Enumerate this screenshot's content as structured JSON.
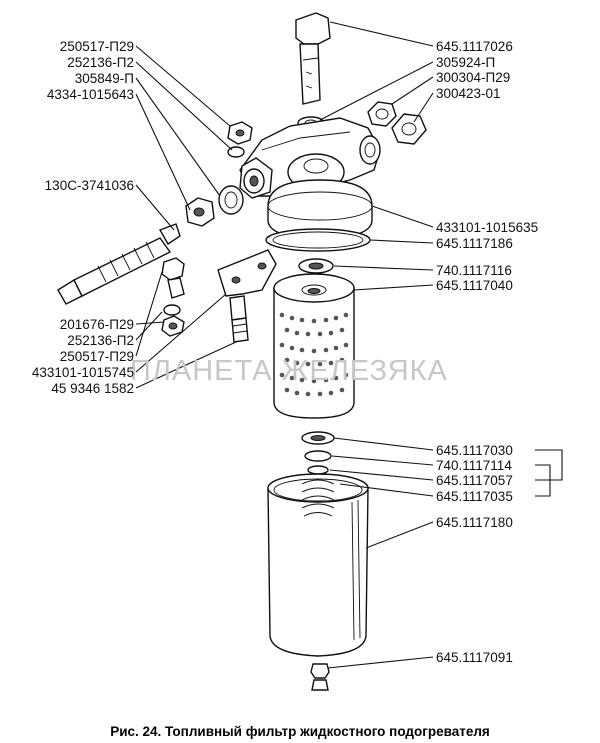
{
  "watermark": "ПЛАНЕТА ЖЕЛЕЗЯКА",
  "caption": "Рис. 24. Топливный фильтр жидкостного подогревателя",
  "left_labels": [
    "250517-П29",
    "252136-П2",
    "305849-П",
    "4334-1015643",
    "130С-3741036",
    "201676-П29",
    "252136-П2",
    "250517-П29",
    "433101-1015745",
    "45 9346 1582"
  ],
  "right_labels": [
    "645.1117026",
    "305924-П",
    "300304-П29",
    "300423-01",
    "433101-1015635",
    "645.1117186",
    "740.1117116",
    "645.1117040",
    "645.1117030",
    "740.1117114",
    "645.1117057",
    "645.1117035",
    "645.1117180",
    "645.1117091"
  ]
}
